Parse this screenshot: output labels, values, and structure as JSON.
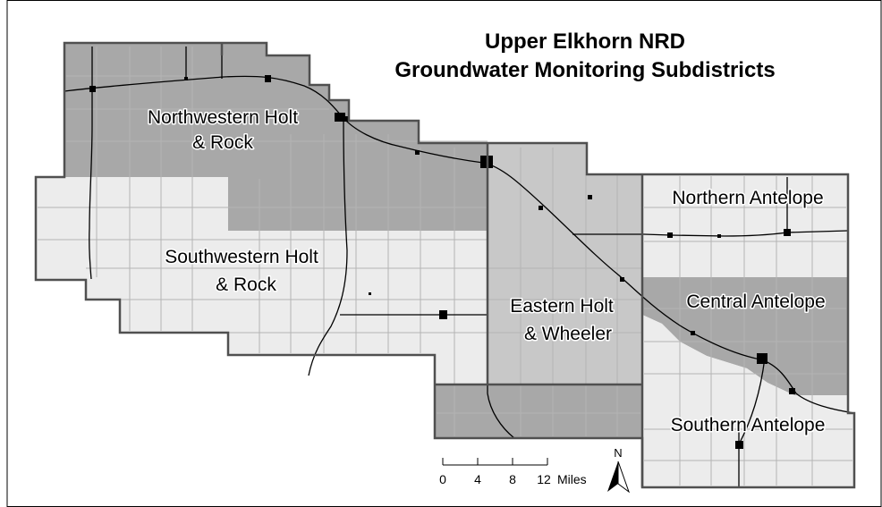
{
  "map": {
    "title_line1": "Upper Elkhorn NRD",
    "title_line2": "Groundwater Monitoring Subdistricts",
    "colors": {
      "dark_gray_subdistrict": "#a8a8a8",
      "medium_gray_subdistrict": "#c8c8c8",
      "light_gray_subdistrict": "#ececec",
      "boundary": "#505050",
      "township_grid": "#b4b4b4",
      "roads_towns": "#000000",
      "background": "#ffffff"
    },
    "subdistricts": [
      {
        "id": "northwestern",
        "label_lines": [
          "Northwestern Holt",
          "& Rock"
        ],
        "shade": "dark"
      },
      {
        "id": "southwestern",
        "label_lines": [
          "Southwestern Holt",
          "& Rock"
        ],
        "shade": "light"
      },
      {
        "id": "eastern",
        "label_lines": [
          "Eastern Holt",
          "& Wheeler"
        ],
        "shade": "medium"
      },
      {
        "id": "northern-antelope",
        "label_lines": [
          "Northern Antelope"
        ],
        "shade": "light"
      },
      {
        "id": "central-antelope",
        "label_lines": [
          "Central Antelope"
        ],
        "shade": "dark"
      },
      {
        "id": "southern-antelope",
        "label_lines": [
          "Southern Antelope"
        ],
        "shade": "light"
      }
    ],
    "scale_bar": {
      "ticks": [
        "0",
        "4",
        "8",
        "12"
      ],
      "unit": "Miles"
    },
    "north_arrow": {
      "letter": "N",
      "icon": "north-arrow-icon"
    }
  }
}
